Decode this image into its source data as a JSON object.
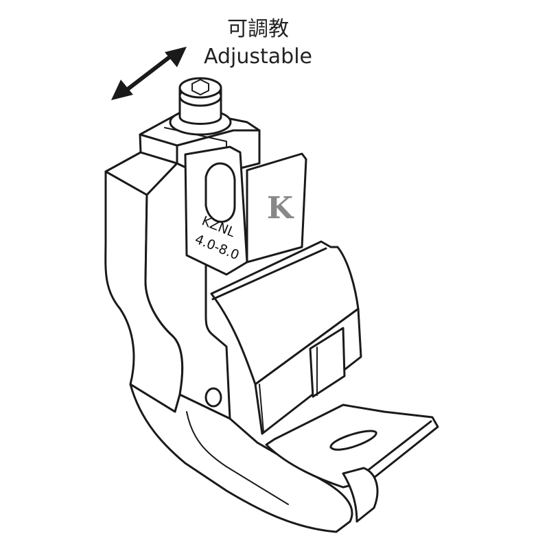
{
  "title_cn": "可調教",
  "title_en": "Adjustable",
  "label_model": "KZNL",
  "label_range": "4.0-8.0",
  "logo_mark": "K",
  "colors": {
    "line": "#1a1a1a",
    "text": "#222222",
    "logo": "#888888",
    "background": "#ffffff"
  },
  "icons": {
    "adjust_arrow": "double-headed-arrow-icon"
  }
}
